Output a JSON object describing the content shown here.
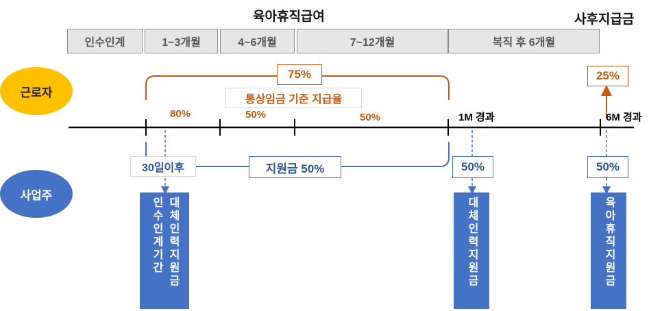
{
  "titles": {
    "main": "육아휴직급여",
    "post": "사후지급금"
  },
  "phases": [
    "인수인계",
    "1~3개월",
    "4~6개월",
    "7~12개월",
    "복직 후 6개월"
  ],
  "roles": {
    "worker": "근로자",
    "employer": "사업주"
  },
  "worker": {
    "total_rate": "75%",
    "rate_caption": "통상임금 기준 지급율",
    "rate_1_3": "80%",
    "rate_4_6": "50%",
    "rate_7_12": "50%",
    "post_rate": "25%"
  },
  "markers": {
    "m1": "1M 경과",
    "m6": "6M 경과"
  },
  "employer": {
    "after_30": "30일이후",
    "support_rate": "지원금 50%",
    "rate_1m": "50%",
    "rate_6m": "50%",
    "col1_left": "인수인계기간",
    "col1_right": "대체인력지원금",
    "col2": "대체인력지원금",
    "col3": "육아휴직지원금"
  },
  "colors": {
    "worker_ellipse": "#ffc000",
    "employer_ellipse": "#4472c4",
    "orange": "#c55a11",
    "blue": "#4472c4",
    "phase_fill": "#e6e6e6"
  }
}
